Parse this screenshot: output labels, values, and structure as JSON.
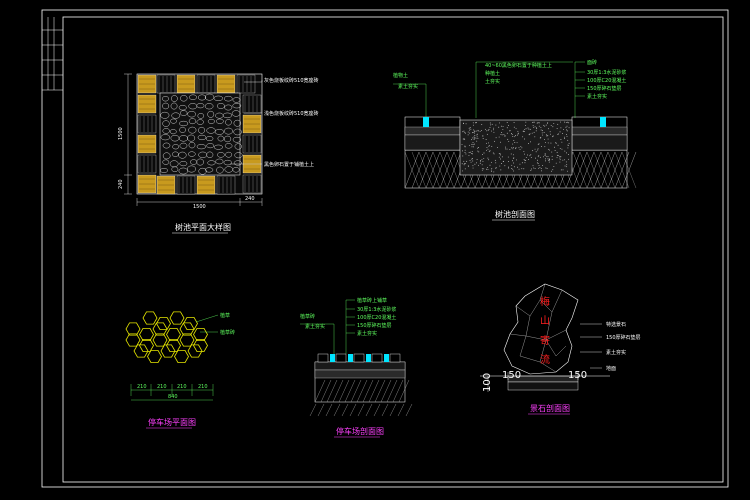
{
  "colors": {
    "background": "#000000",
    "frame": "#ffffff",
    "annotation_green": "#5fff5f",
    "hex_yellow": "#e6e600",
    "title_magenta": "#ff40ff",
    "stone_red": "#ff2020",
    "water_cyan": "#00e5ff",
    "tile_orange": "#c89a1e"
  },
  "plan": {
    "title": "树池平面大样图",
    "labels": [
      "灰色烧板纹砖510宽座砖",
      "浅色烧板纹砖510宽座砖",
      "黑色卵石置于铺植土上"
    ],
    "dims": {
      "width": "1500",
      "right": "240",
      "bottom": "240",
      "height": "1500"
    }
  },
  "section_top": {
    "title": "树池剖面图",
    "left_labels": [
      "植物土",
      "素土夯实"
    ],
    "top_labels": [
      "40~60黑色卵石置于种植土上",
      "种植土",
      "土夯实"
    ],
    "right_labels": [
      "面砖",
      "30厚1:3水泥砂浆",
      "100厚C20混凝土",
      "150厚碎石垫层",
      "素土夯实"
    ]
  },
  "hex_plan": {
    "title": "停车场平面图",
    "labels": [
      "植草",
      "植草砖"
    ],
    "dims": [
      "210",
      "210",
      "210",
      "210"
    ],
    "total": "840"
  },
  "section_bottom": {
    "title": "停车场剖面图",
    "left_labels": [
      "植草砖",
      "素土夯实"
    ],
    "right_labels": [
      "植草砖上铺草",
      "30厚1:3水泥砂浆",
      "100厚C20混凝土",
      "150厚碎石垫层",
      "素土夯实"
    ]
  },
  "rock": {
    "title": "景石剖面图",
    "labels": [
      "特选景石",
      "150厚碎石垫层",
      "素土夯实"
    ],
    "ground_label": "地面",
    "carving": [
      "梅",
      "山",
      "寄",
      "流"
    ],
    "dims": {
      "left": "150",
      "right": "150",
      "height": "100"
    }
  }
}
